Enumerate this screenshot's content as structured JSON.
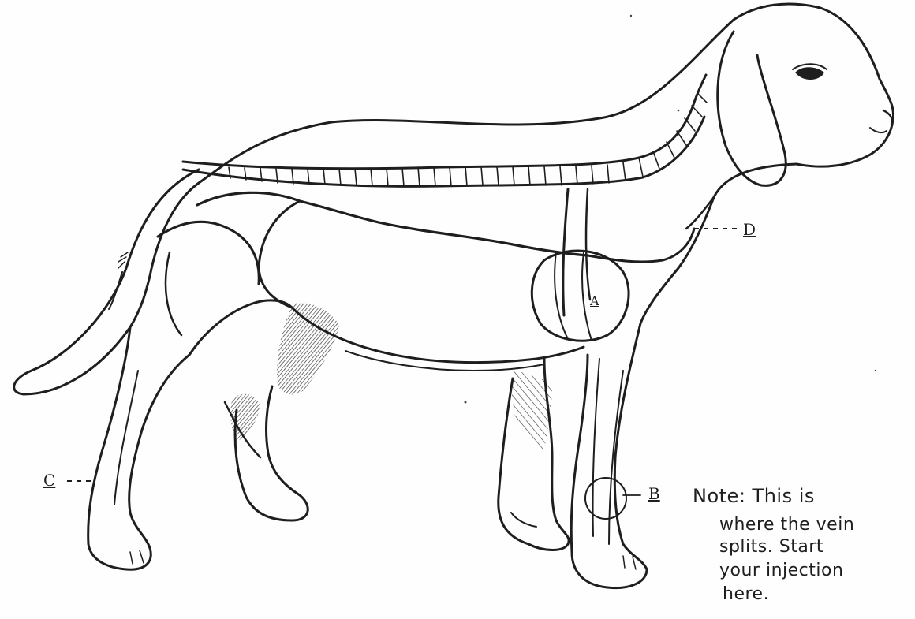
{
  "labels": {
    "a": "A",
    "b": "B",
    "c": "C",
    "d": "D"
  },
  "note": {
    "line1": "Note: This is",
    "line2": "where the vein",
    "line3": "splits. Start",
    "line4": "your injection",
    "line5": "here."
  }
}
